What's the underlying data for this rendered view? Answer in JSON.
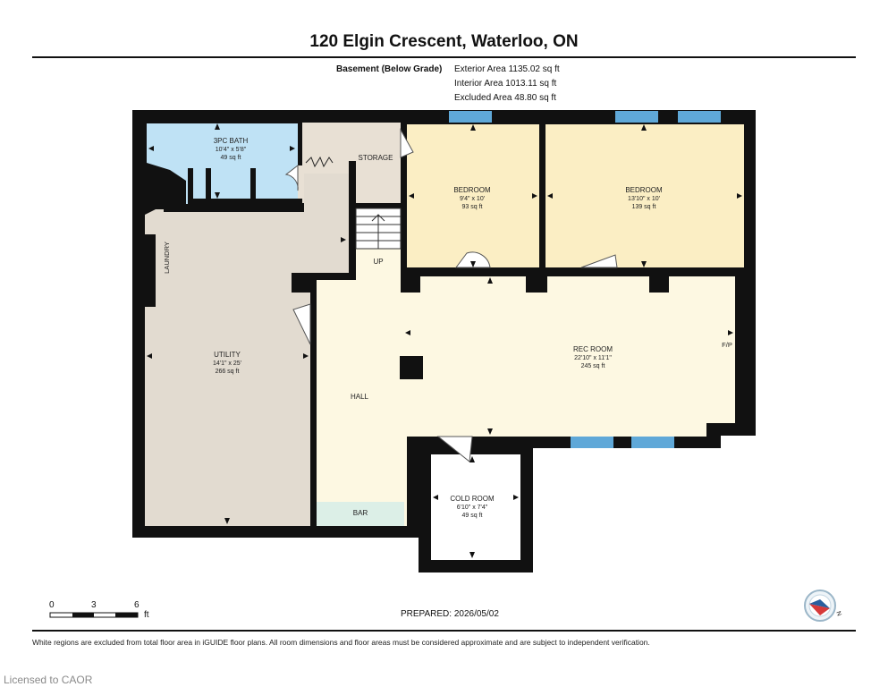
{
  "header": {
    "title": "120 Elgin Crescent, Waterloo, ON",
    "level_label": "Basement (Below Grade)",
    "exterior_area": "Exterior Area 1135.02 sq ft",
    "interior_area": "Interior Area 1013.11 sq ft",
    "excluded_area": "Excluded Area 48.80 sq ft"
  },
  "rooms": {
    "bath": {
      "name": "3PC BATH",
      "dims": "10'4\" x 5'8\"",
      "area": "49 sq ft"
    },
    "storage": {
      "name": "STORAGE"
    },
    "bedroom1": {
      "name": "BEDROOM",
      "dims": "9'4\" x 10'",
      "area": "93 sq ft"
    },
    "bedroom2": {
      "name": "BEDROOM",
      "dims": "13'10\" x 10'",
      "area": "139 sq ft"
    },
    "laundry": {
      "name": "LAUNDRY"
    },
    "utility": {
      "name": "UTILITY",
      "dims": "14'1\" x 25'",
      "area": "266 sq ft"
    },
    "rec_room": {
      "name": "REC ROOM",
      "dims": "22'10\" x 11'1\"",
      "area": "245 sq ft"
    },
    "fireplace": {
      "name": "F/P"
    },
    "hall": {
      "name": "HALL"
    },
    "stairs": {
      "name": "UP"
    },
    "bar": {
      "name": "BAR"
    },
    "cold_room": {
      "name": "COLD ROOM",
      "dims": "6'10\" x 7'4\"",
      "area": "49 sq ft"
    }
  },
  "colors": {
    "wall": "#111111",
    "bath": "#bfe2f5",
    "storage": "#e8e0d4",
    "bedroom": "#fbeec4",
    "utility": "#e2dbd0",
    "rec_room": "#fdf8e2",
    "bar": "#dcefe7",
    "cold_room": "#ffffff",
    "window": "#5fa8d8"
  },
  "scale": {
    "ticks": [
      "0",
      "3",
      "6"
    ],
    "unit": "ft"
  },
  "footer": {
    "prepared": "PREPARED: 2026/05/02",
    "disclaimer": "White regions are excluded from total floor area in iGUIDE floor plans. All room dimensions and floor areas must be considered approximate and are subject to independent verification.",
    "licensed": "Licensed to CAOR"
  },
  "compass": {
    "label": "N"
  }
}
